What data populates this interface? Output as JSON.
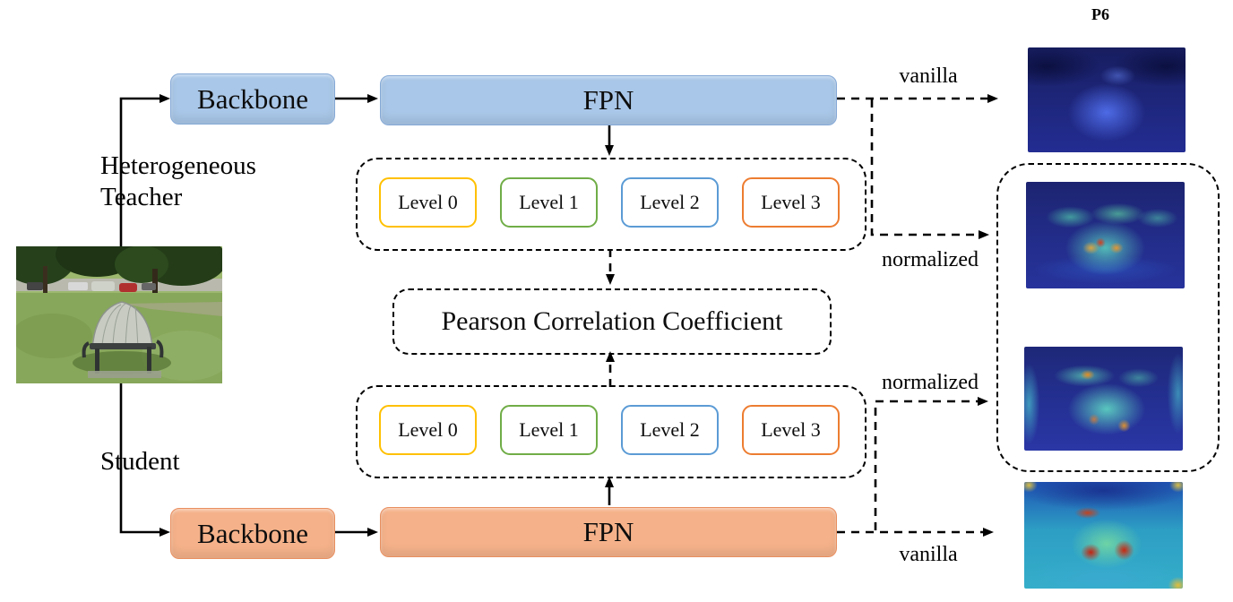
{
  "teacher": {
    "role_label_line1": "Heterogeneous",
    "role_label_line2": "Teacher",
    "backbone_label": "Backbone",
    "fpn_label": "FPN",
    "box_fill": "#a9c7e8",
    "box_border": "#85a9d6",
    "levels": [
      {
        "label": "Level 0",
        "border_color": "#ffc000"
      },
      {
        "label": "Level 1",
        "border_color": "#70ad47"
      },
      {
        "label": "Level 2",
        "border_color": "#5b9bd5"
      },
      {
        "label": "Level 3",
        "border_color": "#ed7d31"
      }
    ],
    "outputs": {
      "vanilla_label": "vanilla",
      "normalized_label": "normalized"
    }
  },
  "student": {
    "role_label": "Student",
    "backbone_label": "Backbone",
    "fpn_label": "FPN",
    "box_fill": "#f5b28a",
    "box_border": "#e98f60",
    "levels": [
      {
        "label": "Level 0",
        "border_color": "#ffc000"
      },
      {
        "label": "Level 1",
        "border_color": "#70ad47"
      },
      {
        "label": "Level 2",
        "border_color": "#5b9bd5"
      },
      {
        "label": "Level 3",
        "border_color": "#ed7d31"
      }
    ],
    "outputs": {
      "normalized_label": "normalized",
      "vanilla_label": "vanilla"
    }
  },
  "pearson": {
    "label": "Pearson Correlation Coefficient"
  },
  "feature_maps": {
    "column_label": "P6"
  },
  "images": {
    "input_photo": "park-bench-input-photo",
    "teacher_vanilla": "teacher-vanilla-feature-heatmap",
    "teacher_normalized": "teacher-normalized-feature-heatmap",
    "student_normalized": "student-normalized-feature-heatmap",
    "student_vanilla": "student-vanilla-feature-heatmap"
  }
}
